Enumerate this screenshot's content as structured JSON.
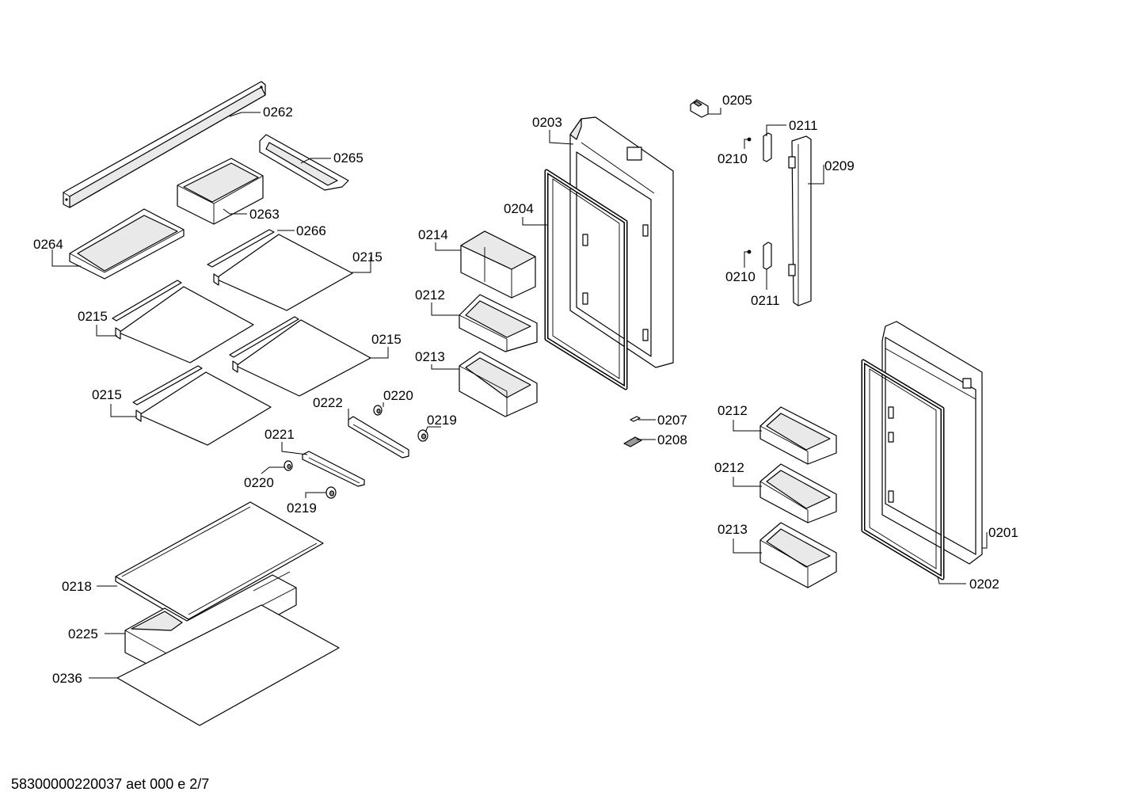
{
  "diagram": {
    "footer_text": "58300000220037 aet 000 e 2/7",
    "labels": {
      "p0262": "0262",
      "p0265": "0265",
      "p0263": "0263",
      "p0264": "0264",
      "p0266": "0266",
      "p0215_a": "0215",
      "p0215_b": "0215",
      "p0215_c": "0215",
      "p0215_d": "0215",
      "p0222": "0222",
      "p0220_a": "0220",
      "p0219_a": "0219",
      "p0221": "0221",
      "p0220_b": "0220",
      "p0219_b": "0219",
      "p0218": "0218",
      "p0225": "0225",
      "p0236": "0236",
      "p0203": "0203",
      "p0204": "0204",
      "p0214": "0214",
      "p0212_a": "0212",
      "p0213_a": "0213",
      "p0205": "0205",
      "p0211_a": "0211",
      "p0210_a": "0210",
      "p0209": "0209",
      "p0210_b": "0210",
      "p0211_b": "0211",
      "p0207": "0207",
      "p0208": "0208",
      "p0212_b": "0212",
      "p0212_c": "0212",
      "p0213_b": "0213",
      "p0201": "0201",
      "p0202": "0202"
    }
  }
}
